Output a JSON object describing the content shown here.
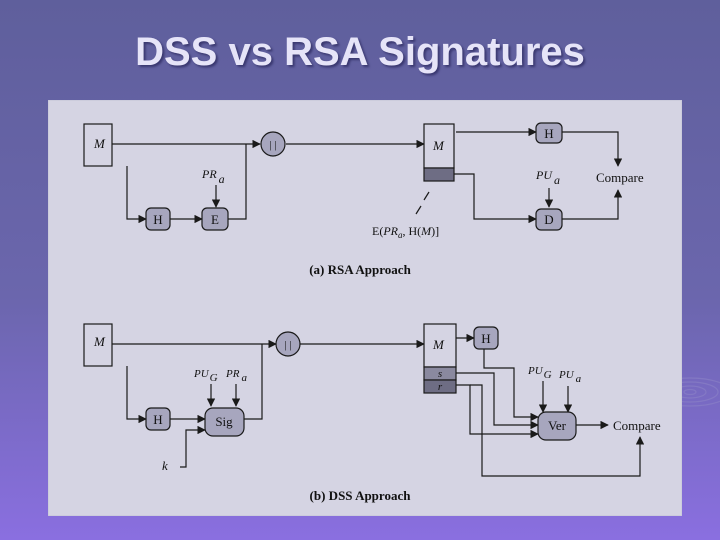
{
  "title": "DSS vs RSA Signatures",
  "colors": {
    "background": "#6b66ad",
    "panel": "#d5d4e3",
    "box": "#a7a6be"
  },
  "rsa": {
    "message": "M",
    "concat": "| |",
    "hash": "H",
    "encrypt": "E",
    "private_key_base": "PR",
    "private_key_sub": "a",
    "received_message": "M",
    "recv_hash": "H",
    "decrypt": "D",
    "public_key_base": "PU",
    "public_key_sub": "a",
    "compare": "Compare",
    "sig_label_prefix": "E(",
    "sig_label_key": "PR",
    "sig_label_key_sub": "a",
    "sig_label_middle": ", H(",
    "sig_label_M": "M",
    "sig_label_suffix": ")]",
    "caption": "(a) RSA Approach"
  },
  "dss": {
    "message": "M",
    "concat": "| |",
    "hash": "H",
    "sign": "Sig",
    "global_key_base": "PU",
    "global_key_sub": "G",
    "private_key_base": "PR",
    "private_key_sub": "a",
    "k_label": "k",
    "received_message": "M",
    "s_label": "s",
    "r_label": "r",
    "recv_hash": "H",
    "recv_global_base": "PU",
    "recv_global_sub": "G",
    "recv_public_base": "PU",
    "recv_public_sub": "a",
    "verify": "Ver",
    "compare": "Compare",
    "caption": "(b) DSS Approach"
  }
}
